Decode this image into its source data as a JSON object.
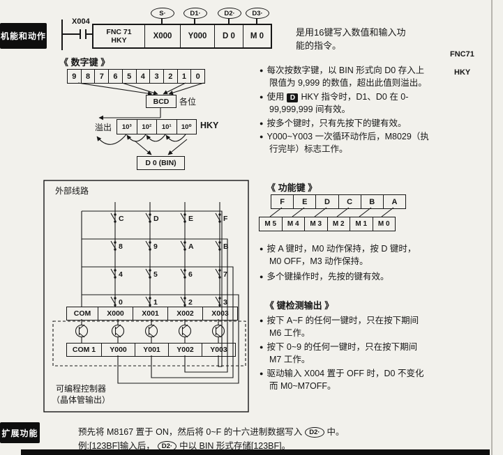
{
  "ui": {
    "bullet": "●"
  },
  "labels": {
    "function_section": "机能和动作",
    "extension_section": "扩展功能"
  },
  "ladder": {
    "contact": "X004",
    "tags": [
      "S·",
      "D1·",
      "D2·",
      "D3·"
    ],
    "fnc_line1": "FNC 71",
    "fnc_line2": "HKY",
    "operands": [
      "X000",
      "Y000",
      "D 0",
      "M 0"
    ],
    "description_line1": "是用16键写入数值和输入功",
    "description_line2": "能的指令。",
    "ref_fnc": "FNC71",
    "ref_hky": "HKY"
  },
  "numeric_keys": {
    "heading": "《 数字键 》",
    "digits": [
      "9",
      "8",
      "7",
      "6",
      "5",
      "4",
      "3",
      "2",
      "1",
      "0"
    ],
    "bcd": "BCD",
    "each_digit": "各位",
    "overflow": "溢出",
    "powers": [
      "10³",
      "10²",
      "10¹",
      "10⁰"
    ],
    "hky": "HKY",
    "bin": "D 0 (BIN)",
    "bullet1_line1": "每次按数字键，以 BIN 形式向 D0 存入上",
    "bullet1_line2": "限值为 9,999 的数值，超出此值则溢出。",
    "bullet2_prefix": "使用",
    "bullet2_dbox": "D",
    "bullet2_suffix": "HKY 指令时，D1、D0 在 0-",
    "bullet2_line2": "99,999,999 间有效。",
    "bullet3": "按多个键时，只有先按下的键有效。",
    "bullet4_line1": "Y000~Y003 一次循环动作后，M8029（执",
    "bullet4_line2": "行完毕）标志工作。"
  },
  "keypad": {
    "external_label": "外部线路",
    "row1": [
      "C",
      "D",
      "E",
      "F"
    ],
    "row2": [
      "8",
      "9",
      "A",
      "B"
    ],
    "row3": [
      "4",
      "5",
      "6",
      "7"
    ],
    "row4": [
      "0",
      "1",
      "2",
      "3"
    ],
    "x_terminals": [
      "COM",
      "X000",
      "X001",
      "X002",
      "X003"
    ],
    "y_terminals": [
      "COM 1",
      "Y000",
      "Y001",
      "Y002",
      "Y003"
    ],
    "plc_line1": "可编程控制器",
    "plc_line2": "（晶体管输出）"
  },
  "function_keys": {
    "heading": "《 功能键 》",
    "letters": [
      "F",
      "E",
      "D",
      "C",
      "B",
      "A"
    ],
    "coils": [
      "M 5",
      "M 4",
      "M 3",
      "M 2",
      "M 1",
      "M 0"
    ],
    "bullet1_line1": "按 A 键时，M0 动作保持，按 D 键时，",
    "bullet1_line2": "M0 OFF，M3 动作保持。",
    "bullet2": "多个键操作时，先按的键有效。"
  },
  "key_detection": {
    "heading": "《 键检测输出 》",
    "bullet1_line1": "按下 A~F 的任何一键时，只在按下期间",
    "bullet1_line2": "M6 工作。",
    "bullet2_line1": "按下 0~9 的任何一键时，只在按下期间",
    "bullet2_line2": "M7 工作。",
    "bullet3_line1": "驱动输入 X004 置于 OFF 时，D0 不变化",
    "bullet3_line2": "而 M0~M7OFF。"
  },
  "extension": {
    "line1_pre": "预先将 M8167 置于 ON，然后将 0~F 的十六进制数据写入",
    "line1_tag": "D2·",
    "line1_post": "中。",
    "line2_pre": "例:[123BF]输入后，",
    "line2_tag": "D2·",
    "line2_post": "中以 BIN 形式存储[123BF]。"
  }
}
